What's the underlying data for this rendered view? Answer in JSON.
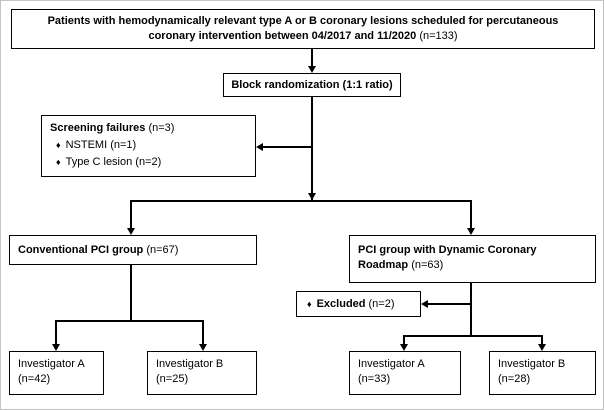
{
  "flow": {
    "top": {
      "label": "Patients with hemodynamically relevant  type A or B coronary lesions scheduled for percutaneous coronary intervention between 04/2017 and 11/2020",
      "n": "(n=133)"
    },
    "randomization": {
      "label": "Block randomization (1:1 ratio)"
    },
    "screening": {
      "label": "Screening failures",
      "n": "(n=3)",
      "bullet": "♦",
      "items": [
        "NSTEMI (n=1)",
        "Type C lesion (n=2)"
      ]
    },
    "conventional": {
      "label": "Conventional PCI group",
      "n": "(n=67)"
    },
    "roadmap": {
      "label": "PCI group with Dynamic Coronary Roadmap",
      "n": "(n=63)"
    },
    "excluded": {
      "bullet": "♦",
      "label": "Excluded",
      "n": "(n=2)"
    },
    "inv_a_left": {
      "label": "Investigator A",
      "n": "(n=42)"
    },
    "inv_b_left": {
      "label": "Investigator B",
      "n": "(n=25)"
    },
    "inv_a_right": {
      "label": "Investigator A",
      "n": "(n=33)"
    },
    "inv_b_right": {
      "label": "Investigator B",
      "n": "(n=28)"
    }
  },
  "colors": {
    "line": "#000000",
    "border": "#000000",
    "background": "#ffffff",
    "text": "#000000"
  }
}
